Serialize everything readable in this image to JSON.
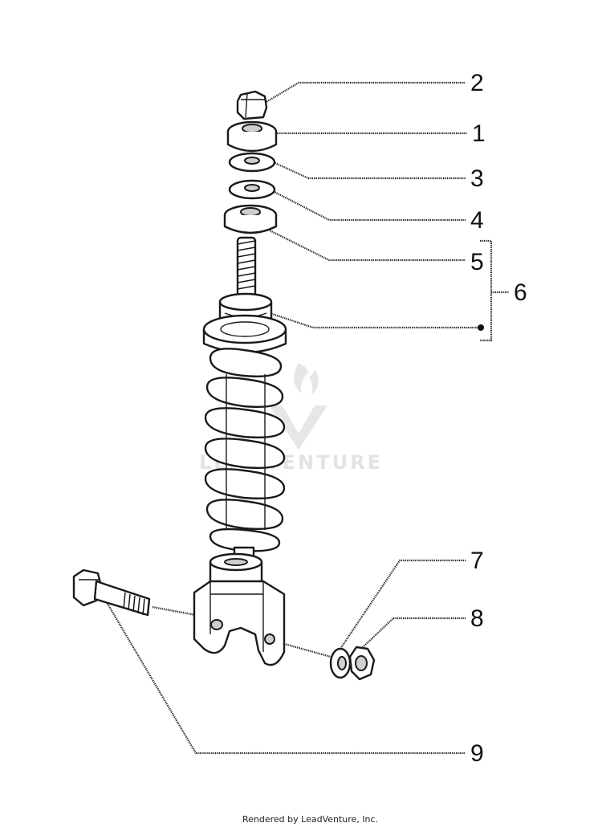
{
  "callouts": {
    "c1": "1",
    "c2": "2",
    "c3": "3",
    "c4": "4",
    "c5": "5",
    "c6": "6",
    "c7": "7",
    "c8": "8",
    "c9": "9"
  },
  "watermark": {
    "text": "LEADVENTURE"
  },
  "credit": "Rendered by LeadVenture, Inc."
}
